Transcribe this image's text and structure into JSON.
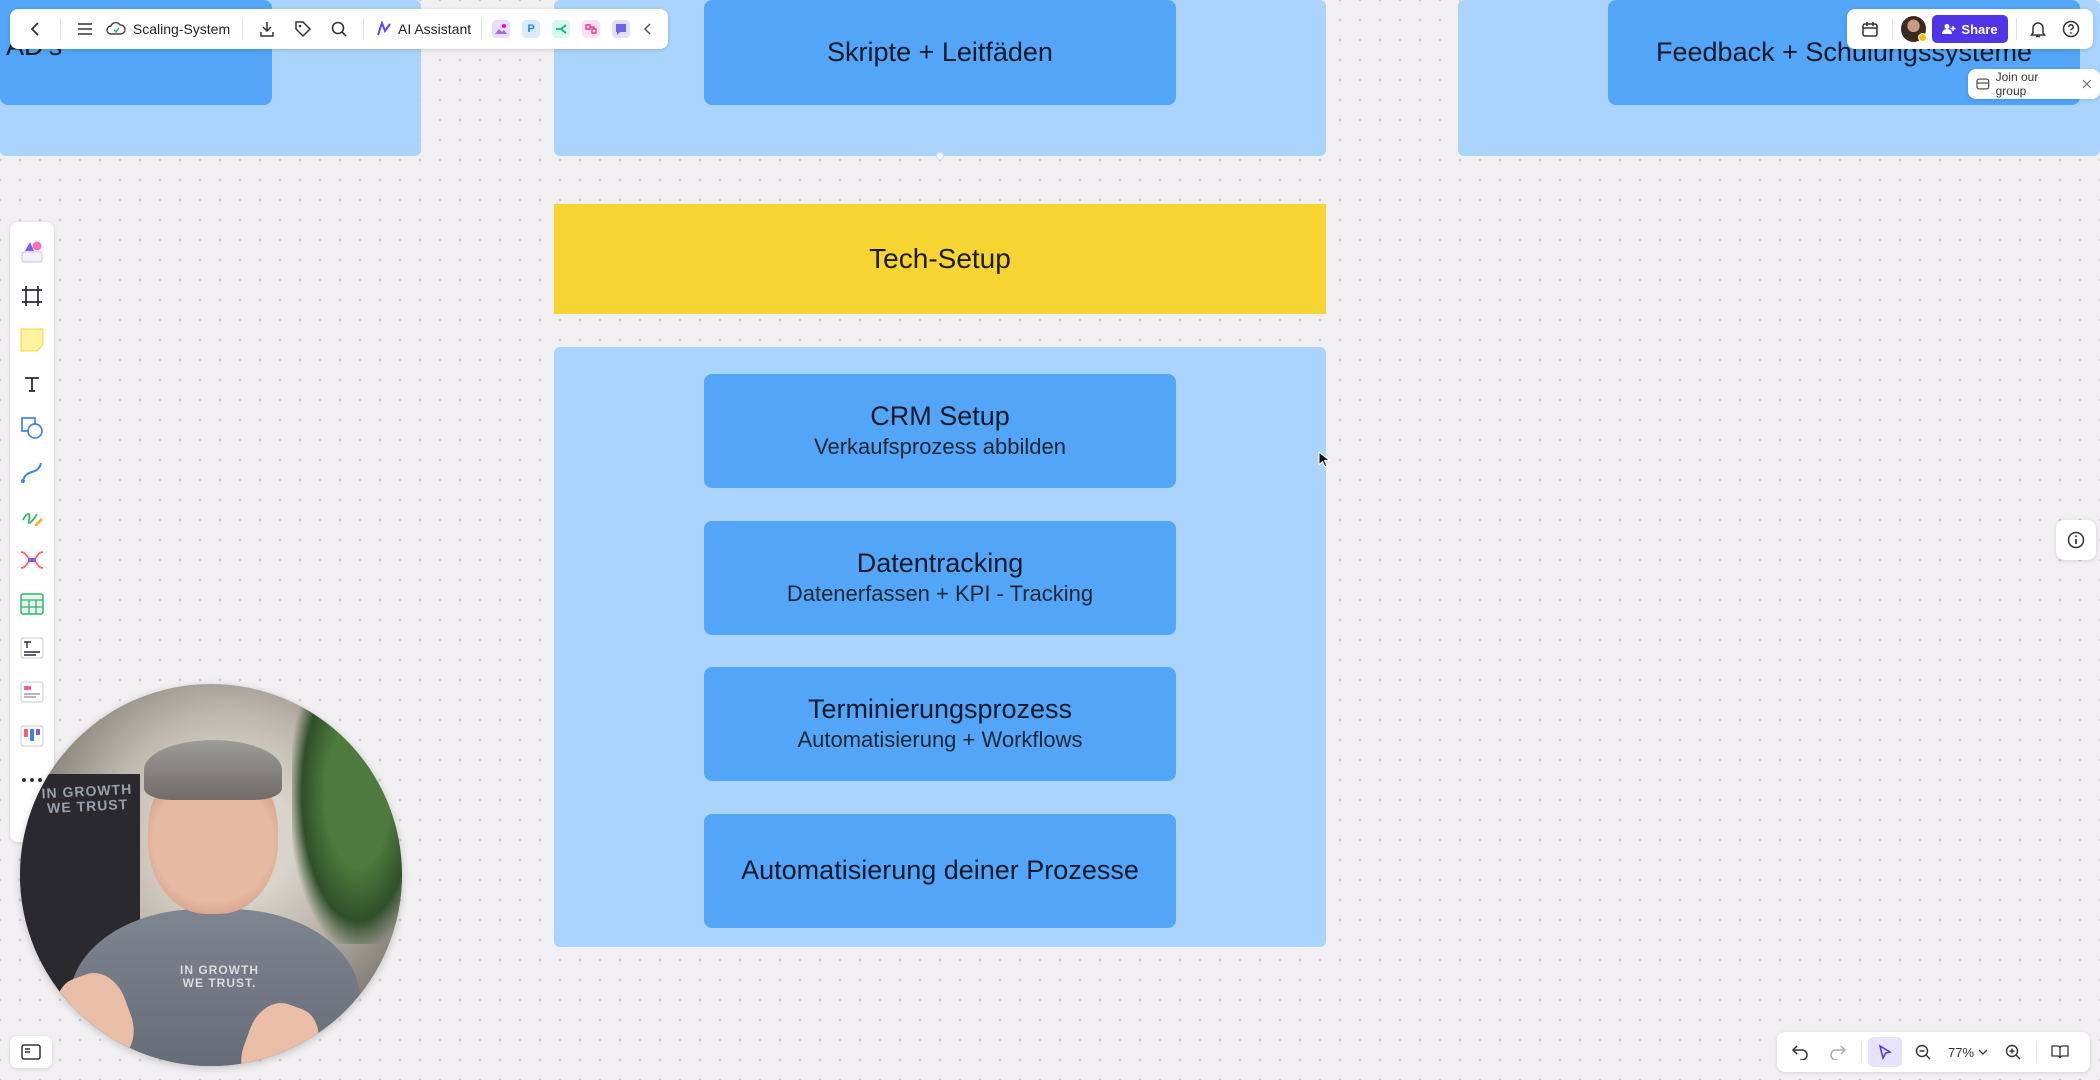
{
  "app": {
    "board_name": "Scaling-System",
    "ai_assistant_label": "AI Assistant",
    "share_label": "Share",
    "join_group_label": "Join our group",
    "zoom_level": "77%"
  },
  "board": {
    "left_card_text": "AD's",
    "top_center_card": "Skripte + Leitfäden",
    "top_right_card": "Feedback + Schulungssysteme",
    "section_header": "Tech-Setup",
    "cards": [
      {
        "title": "CRM Setup",
        "subtitle": "Verkaufsprozess abbilden"
      },
      {
        "title": "Datentracking",
        "subtitle": "Datenerfassen + KPI - Tracking"
      },
      {
        "title": "Terminierungsprozess",
        "subtitle": "Automatisierung + Workflows"
      },
      {
        "title": "Automatisierung deiner Prozesse",
        "subtitle": ""
      }
    ]
  },
  "webcam": {
    "shirt_text_1": "IN GROWTH",
    "shirt_text_2": "WE TRUST.",
    "sign_text_1": "IN GROWTH",
    "sign_text_2": "WE TRUST"
  },
  "colors": {
    "frame": "#aad4fb",
    "card": "#52a5f7",
    "header": "#f6d431",
    "accent": "#4f35e6"
  }
}
